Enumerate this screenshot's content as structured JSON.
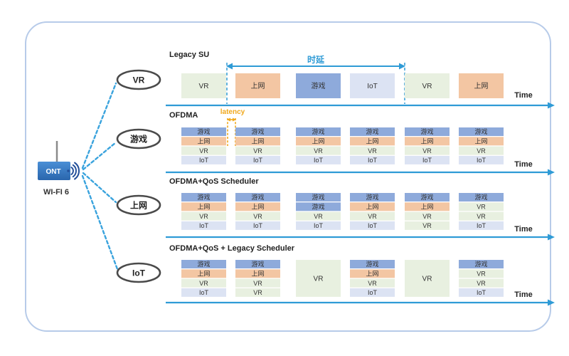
{
  "device": {
    "label": "ONT",
    "caption": "WI-FI 6"
  },
  "clients": [
    {
      "label": "VR"
    },
    {
      "label": "游戏"
    },
    {
      "label": "上网"
    },
    {
      "label": "IoT"
    }
  ],
  "time_label": "Time",
  "sections": [
    {
      "title": "Legacy SU",
      "annotation": "时延",
      "columns": [
        [
          "VR"
        ],
        [
          "上网"
        ],
        [
          "游戏"
        ],
        [
          "IoT"
        ],
        [
          "VR"
        ],
        [
          "上网"
        ]
      ]
    },
    {
      "title": "OFDMA",
      "annotation": "latency",
      "columns": [
        [
          "游戏",
          "上网",
          "VR",
          "IoT"
        ],
        [
          "游戏",
          "上网",
          "VR",
          "IoT"
        ],
        [
          "游戏",
          "上网",
          "VR",
          "IoT"
        ],
        [
          "游戏",
          "上网",
          "VR",
          "IoT"
        ],
        [
          "游戏",
          "上网",
          "VR",
          "IoT"
        ],
        [
          "游戏",
          "上网",
          "VR",
          "IoT"
        ]
      ]
    },
    {
      "title": "OFDMA+QoS Scheduler",
      "columns": [
        [
          "游戏",
          "上网",
          "VR",
          "IoT"
        ],
        [
          "游戏",
          "上网",
          "VR",
          "IoT"
        ],
        [
          "游戏",
          "游戏",
          "VR",
          "IoT"
        ],
        [
          "游戏",
          "上网",
          "VR",
          "IoT"
        ],
        [
          "游戏",
          "上网",
          "VR",
          "VR"
        ],
        [
          "游戏",
          "VR",
          "VR",
          "IoT"
        ]
      ]
    },
    {
      "title": "OFDMA+QoS + Legacy Scheduler",
      "columns": [
        [
          "游戏",
          "上网",
          "VR",
          "IoT"
        ],
        [
          "游戏",
          "上网",
          "VR",
          "VR"
        ],
        [
          "VR"
        ],
        [
          "游戏",
          "上网",
          "VR",
          "IoT"
        ],
        [
          "VR"
        ],
        [
          "游戏",
          "VR",
          "VR",
          "IoT"
        ]
      ]
    }
  ],
  "colors": {
    "categories": {
      "游戏": "#8eaadb",
      "上网": "#f3c6a3",
      "VR": "#e8f0e0",
      "IoT": "#dce3f3"
    },
    "timeline": "#2f9bd6",
    "connection": "#3aa3dd",
    "latency": "#f0a81c",
    "border": "#b7cbe9"
  }
}
